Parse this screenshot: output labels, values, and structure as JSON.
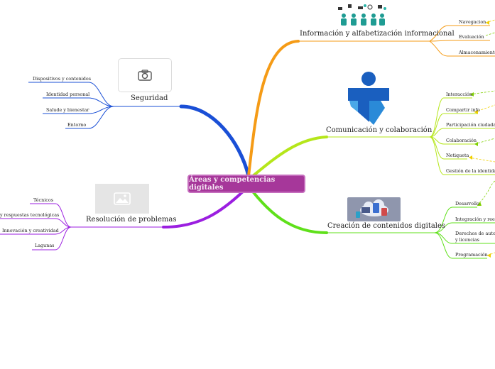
{
  "center": {
    "label": "Áreas y competencias digitales"
  },
  "branches": {
    "info": {
      "label": "Información y alfabetización informacional",
      "color": "#f59b16",
      "children": [
        "Navegacion",
        "Evaluación",
        "Almacenamiento"
      ]
    },
    "security": {
      "label": "Seguridad",
      "color": "#1a4fd6",
      "children": [
        "Dispositivos y contenidos",
        "Identidad personal",
        "Salude y bienestar",
        "Entorno"
      ]
    },
    "communication": {
      "label": "Comunicación y colaboración",
      "color": "#b5e61a",
      "children": [
        "Interacción",
        "Compartir info",
        "Participación ciudadana",
        "Colaboración",
        "Netiqueta",
        "Gestión de la identidad"
      ]
    },
    "problems": {
      "label": "Resolución de problemas",
      "color": "#9b1ee0",
      "children": [
        "Técnicos",
        "y respuestas tecnológicas",
        "Innovación y creatividad",
        "Lagunas"
      ]
    },
    "creation": {
      "label": "Creación de contenidos digitales",
      "color": "#5fe01a",
      "children": [
        "Desarrollo",
        "Integración y reelab",
        "Derechos de autor",
        "y licencias",
        "Programación"
      ]
    }
  }
}
